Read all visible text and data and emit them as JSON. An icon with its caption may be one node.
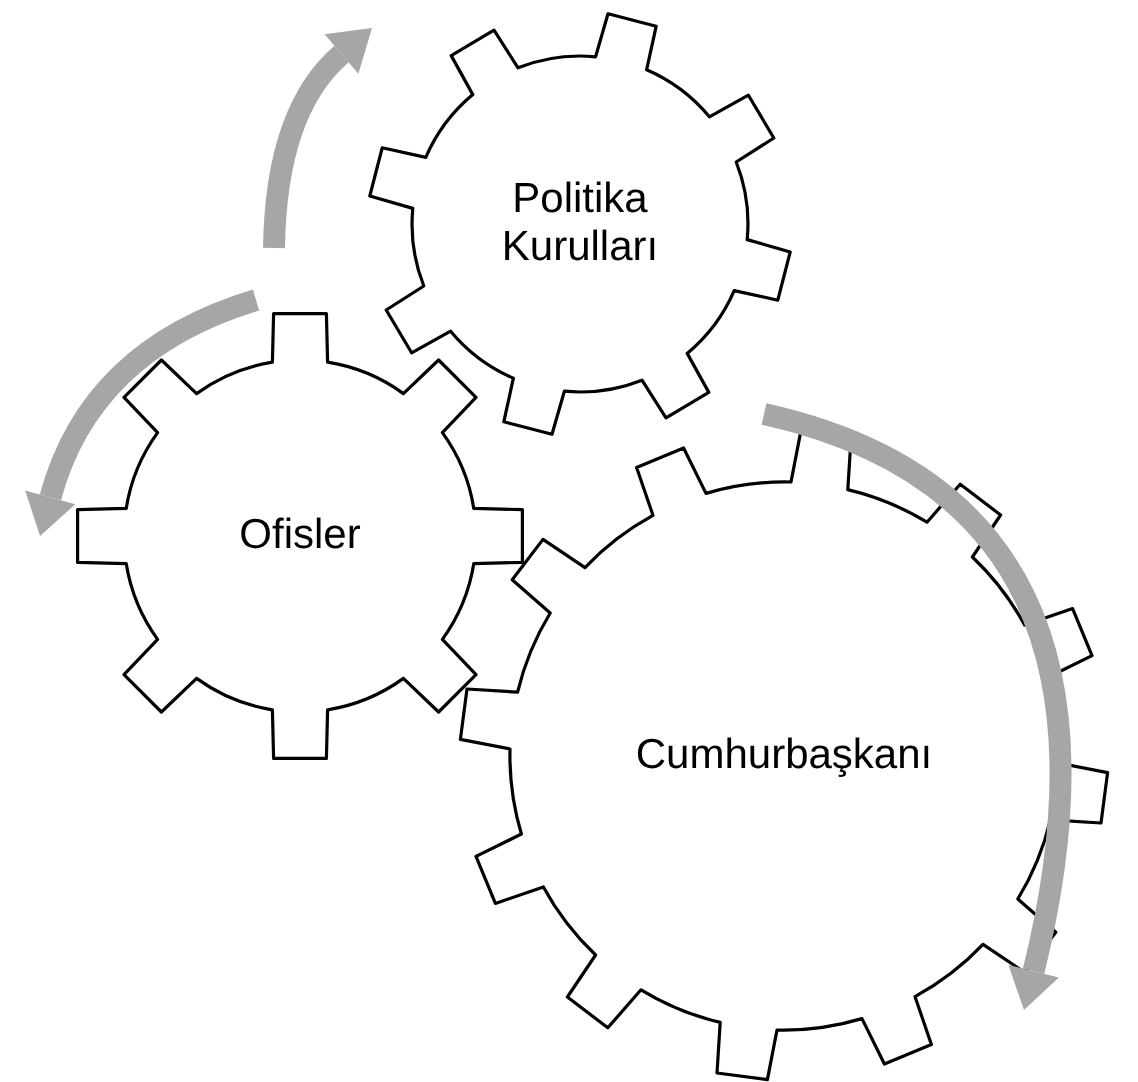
{
  "diagram": {
    "nodes": [
      {
        "text": [
          "Politika Kurulları"
        ]
      },
      {
        "text": [
          "Ofisler"
        ]
      },
      {
        "text": [
          "Cumhurbaşkanı"
        ]
      }
    ]
  }
}
